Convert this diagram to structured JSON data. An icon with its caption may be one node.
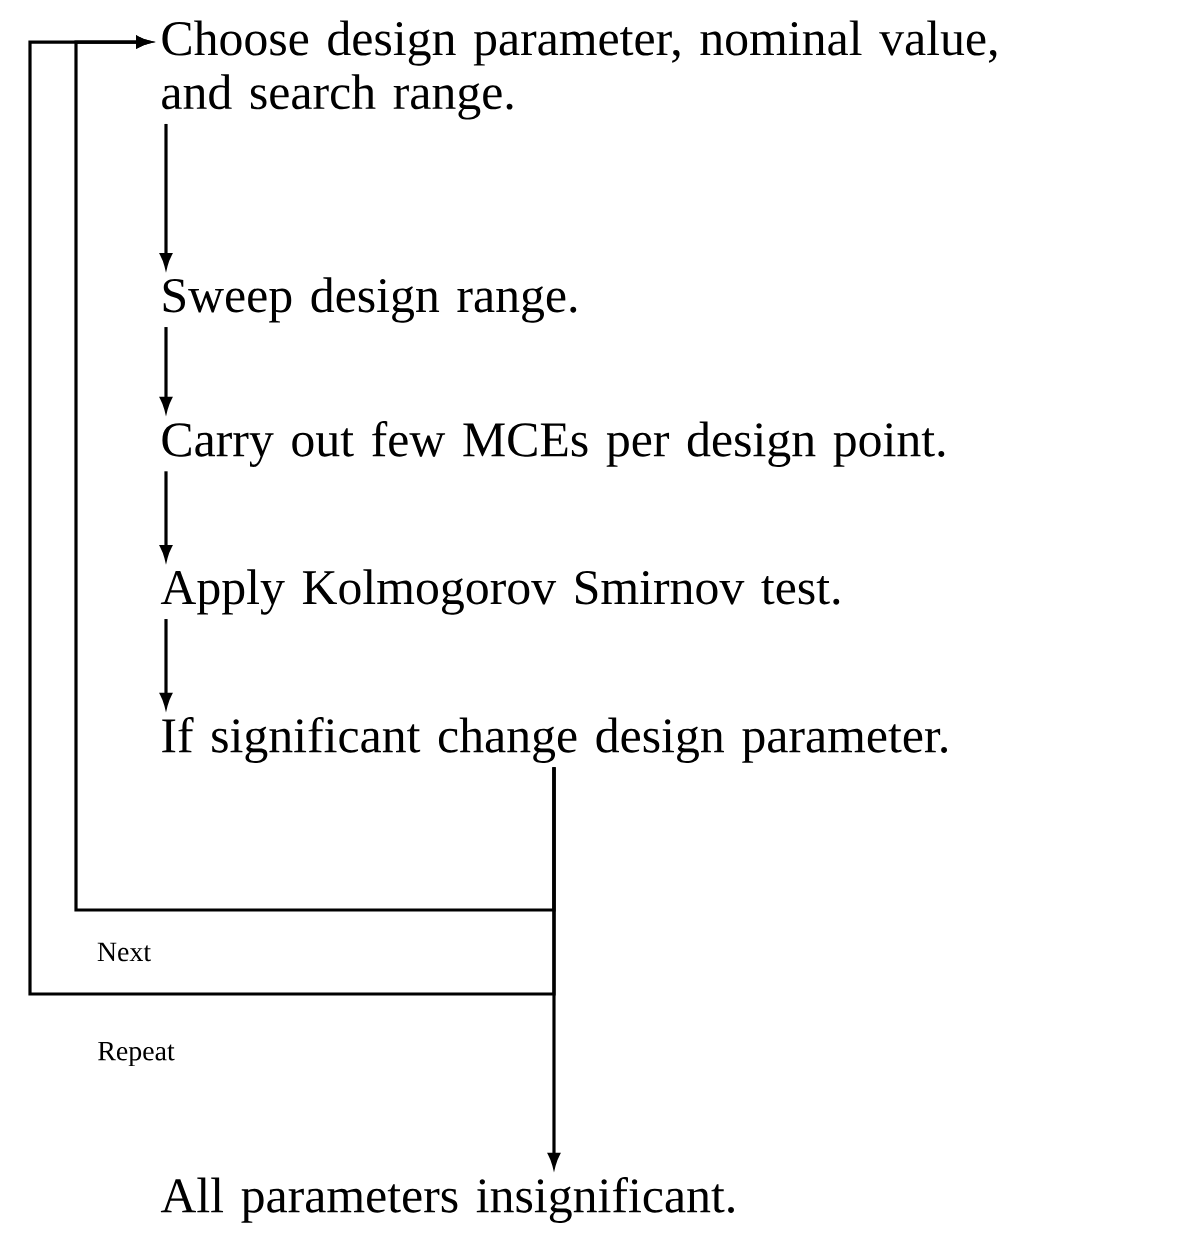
{
  "diagram": {
    "nodes": [
      {
        "text": [
          "Choose design parameter, nominal value, and search range."
        ]
      },
      {
        "text": [
          "Sweep design range."
        ]
      },
      {
        "text": [
          "Carry out few MCEs per design point."
        ]
      },
      {
        "text": [
          "Apply Kolmogorov Smirnov test."
        ]
      },
      {
        "text": [
          "If significant change design parameter."
        ]
      },
      {
        "text": [
          "All parameters insignificant."
        ]
      }
    ],
    "edges": [
      {
        "from": 0,
        "to": 1,
        "arrow": "to"
      },
      {
        "from": 1,
        "to": 2,
        "arrow": "to"
      },
      {
        "from": 2,
        "to": 3,
        "arrow": "to"
      },
      {
        "from": 3,
        "to": 4,
        "arrow": "to"
      },
      {
        "from": 4,
        "to": 5,
        "arrow": "to"
      },
      {
        "from": 4,
        "to": 0,
        "arrow": "to",
        "label": "Next"
      },
      {
        "from": 4,
        "to": 0,
        "arrow": "to",
        "label": "Repeat"
      }
    ]
  }
}
